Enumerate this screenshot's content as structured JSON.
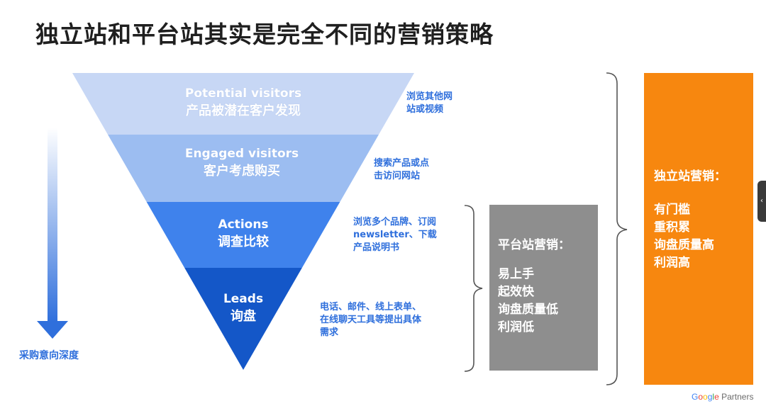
{
  "title": "独立站和平台站其实是完全不同的营销策略",
  "funnel": {
    "stages": [
      {
        "en": "Potential visitors",
        "zh": "产品被潜在客户发现",
        "color": "#c7d7f5"
      },
      {
        "en": "Engaged visitors",
        "zh": "客户考虑购买",
        "color": "#9cbdf1"
      },
      {
        "en": "Actions",
        "zh": "调查比较",
        "color": "#3f82ec"
      },
      {
        "en": "Leads",
        "zh": "询盘",
        "color": "#1457c8"
      }
    ],
    "notes": [
      [
        "浏览其他网",
        "站或视频"
      ],
      [
        "搜索产品或点",
        "击访问网站"
      ],
      [
        "浏览多个品牌、订阅",
        "newsletter、下载",
        "产品说明书"
      ],
      [
        "电话、邮件、线上表单、",
        "在线聊天工具等提出具体",
        "需求"
      ]
    ],
    "depth_label": "采购意向深度"
  },
  "platform": {
    "heading": "平台站营销：",
    "points": [
      "易上手",
      "起效快",
      "询盘质量低",
      "利润低"
    ],
    "color": "#8e8e8e"
  },
  "independent": {
    "heading": "独立站营销：",
    "points": [
      "有门槛",
      "重积累",
      "询盘质量高",
      "利润高"
    ],
    "color": "#f7870f"
  },
  "side_tab_icon": "chevron-left-icon",
  "side_tab_glyph": "‹",
  "footer": {
    "g1": "G",
    "g2": "o",
    "g3": "o",
    "g1b": "g",
    "g4": "l",
    "g2b": "e",
    "rest": " Partners"
  }
}
